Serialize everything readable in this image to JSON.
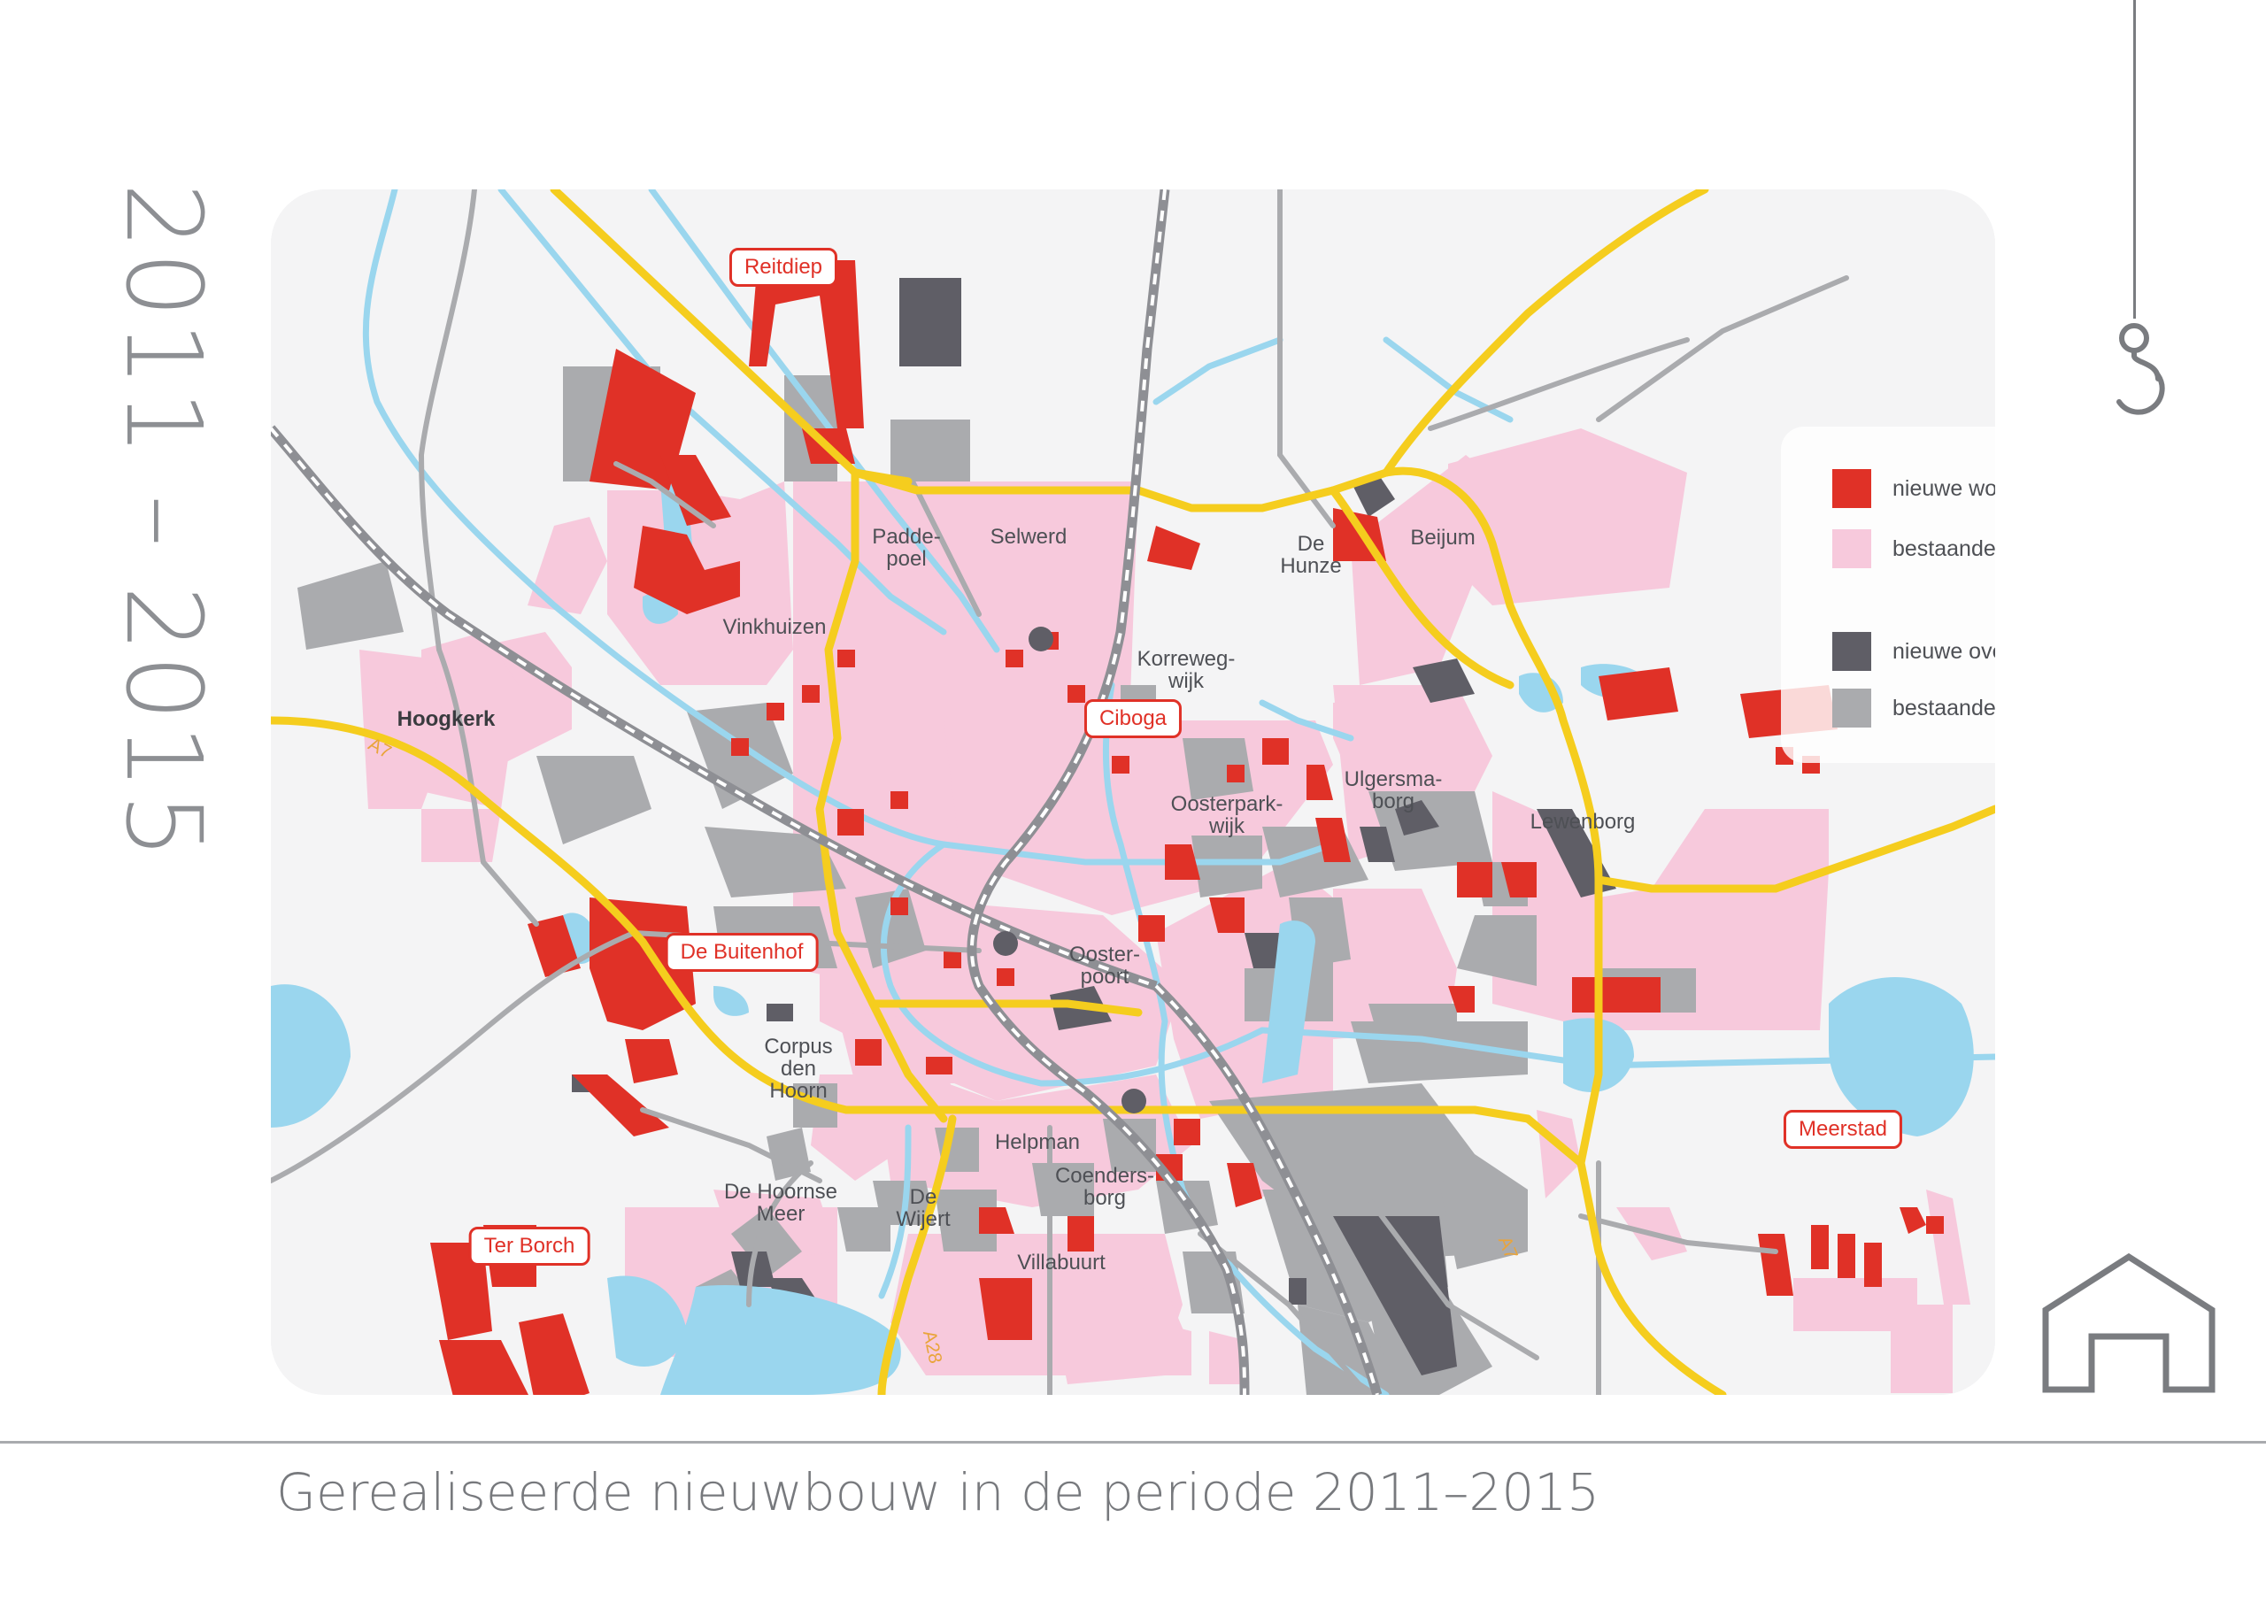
{
  "period_title": "2011 – 2015",
  "caption": "Gerealiseerde nieuwbouw in de periode 2011–2015",
  "colors": {
    "new_housing": "#e03127",
    "existing_housing": "#f7c9dc",
    "new_other": "#5f5e66",
    "existing_other": "#aaabae",
    "water": "#9ad6ee",
    "main_road": "#f5cd1e",
    "secondary_road": "#aaabae",
    "map_background": "#f4f4f5"
  },
  "legend": [
    {
      "key": "new_housing",
      "label": "nieuwe woningbouw"
    },
    {
      "key": "existing_housing",
      "label": "bestaande woningbouw"
    },
    {
      "key": "new_other",
      "label": "nieuwe overige bebouwing"
    },
    {
      "key": "existing_other",
      "label": "bestaande overige bebouwing"
    }
  ],
  "districts": {
    "paddepoel": "Padde-\npoel",
    "selwerd": "Selwerd",
    "de_hunze": "De\nHunze",
    "beijum": "Beijum",
    "vinkhuizen": "Vinkhuizen",
    "korrewegwijk": "Korreweg-\nwijk",
    "hoogkerk": "Hoogkerk",
    "ulgersmaborg": "Ulgersma-\nborg",
    "oosterparkwijk": "Oosterpark-\nwijk",
    "lewenborg": "Lewenborg",
    "oosterpoort": "Ooster-\npoort",
    "corpus_den_hoorn": "Corpus\nden\nHoorn",
    "helpman": "Helpman",
    "coendersborg": "Coenders-\nborg",
    "de_hoornse_meer": "De Hoornse\nMeer",
    "de_wijert": "De\nWijert",
    "villabuurt": "Villabuurt"
  },
  "projects": {
    "reitdiep": "Reitdiep",
    "ciboga": "Ciboga",
    "de_buitenhof": "De Buitenhof",
    "meerstad": "Meerstad",
    "ter_borch": "Ter Borch"
  },
  "roads": {
    "a7_west": "A7",
    "a7_east": "A7",
    "a28": "A28"
  },
  "icons": {
    "hook": "hook-icon",
    "house": "house-icon"
  }
}
